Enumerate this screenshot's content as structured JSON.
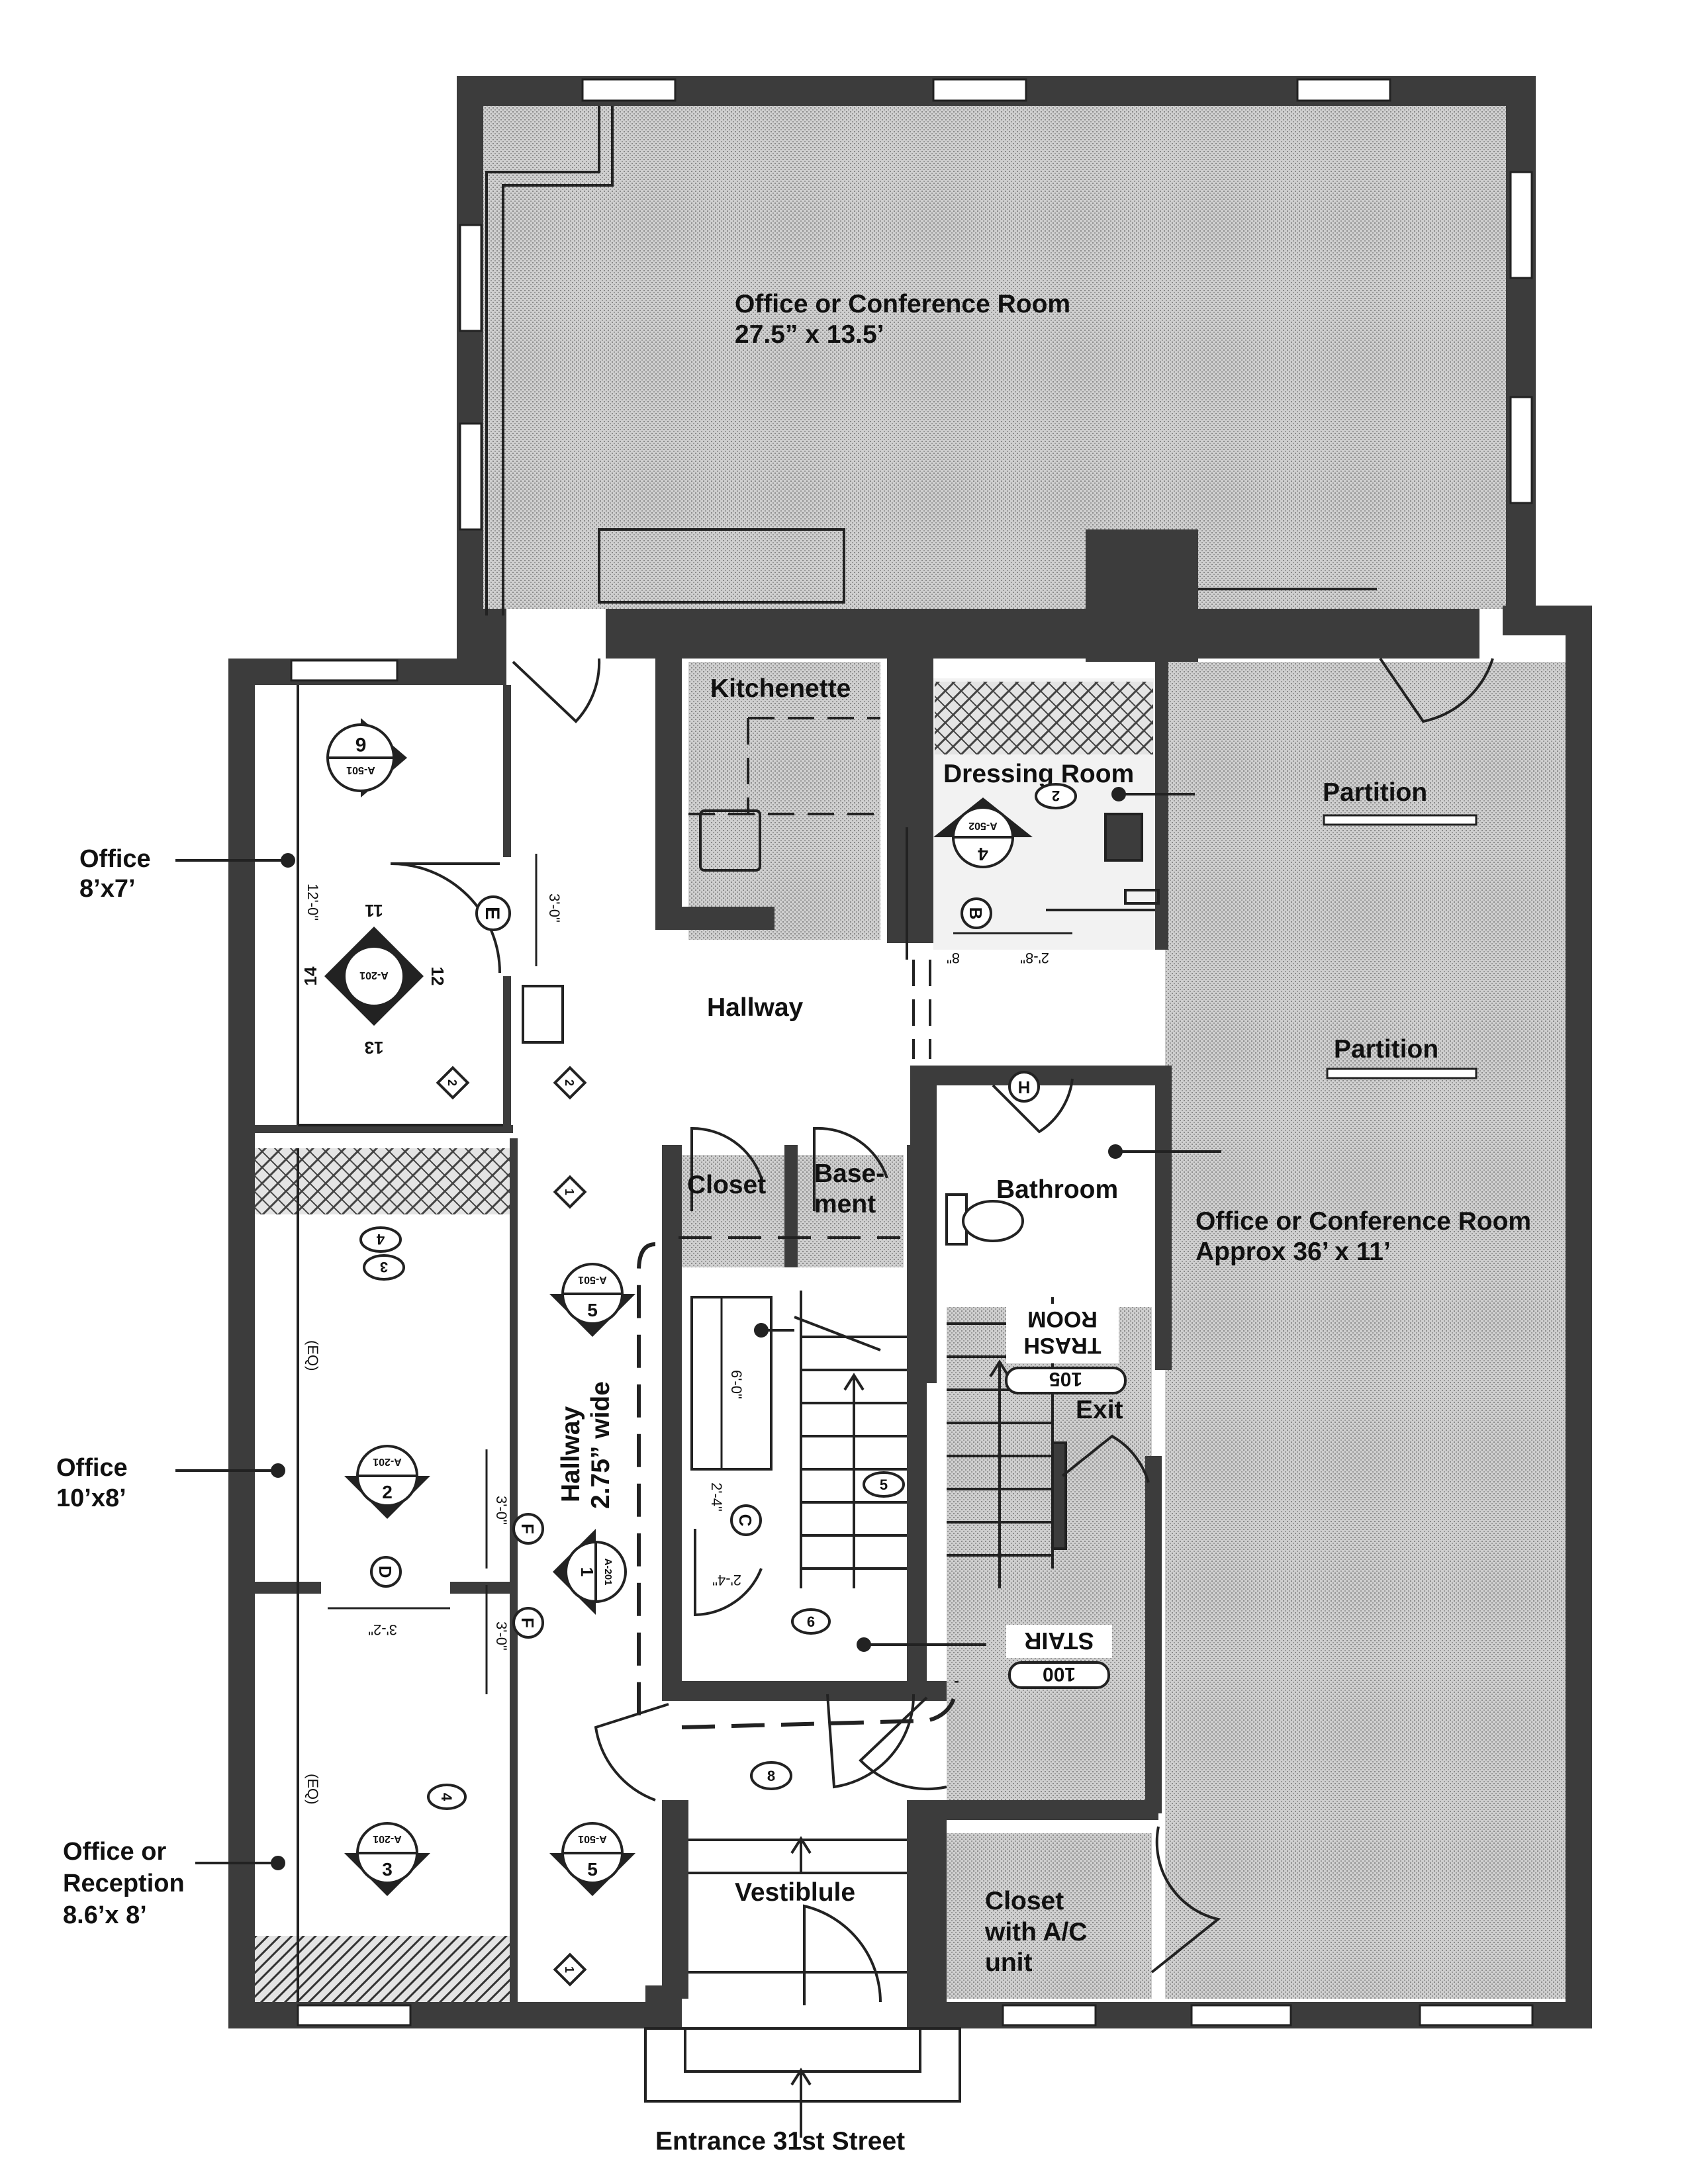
{
  "rooms": {
    "office_conf_top": {
      "title": "Office or Conference Room",
      "size": "27.5” x 13.5’"
    },
    "office_conf_right": {
      "title": "Office or Conference Room",
      "size": "Approx 36’ x 11’"
    },
    "kitchenette": "Kitchenette",
    "dressing_room": "Dressing Room",
    "partition_top": "Partition",
    "partition_bottom": "Partition",
    "hallway_upper": "Hallway",
    "hallway_west": {
      "line1": "Hallway",
      "line2": "2.75” wide"
    },
    "closet": "Closet",
    "basement": {
      "line1": "Base-",
      "line2": "ment"
    },
    "bathroom": "Bathroom",
    "exit": "Exit",
    "vestibule": "Vestiblule",
    "closet_ac": {
      "line1": "Closet",
      "line2": "with A/C",
      "line3": "unit"
    },
    "trash_room": {
      "line1": "TRASH",
      "line2": "ROOM"
    },
    "stair": "STAIR"
  },
  "callouts": {
    "office_top": {
      "line1": "Office",
      "line2": "8’x7’"
    },
    "office_mid": {
      "line1": "Office",
      "line2": "10’x8’"
    },
    "office_bottom": {
      "line1": "Office or",
      "line2": "Reception",
      "line3": "8.6’x 8’"
    }
  },
  "entrance": "Entrance 31st Street",
  "room_numbers": {
    "trash": "105",
    "stair": "100"
  },
  "door_tags": {
    "e": "E",
    "b": "B",
    "h": "H",
    "c": "C",
    "d": "D",
    "f1": "F",
    "f2": "F"
  },
  "section_markers": {
    "m6": {
      "num": "6",
      "sheet": "A-501"
    },
    "m14": {
      "n1": "11",
      "n2": "12",
      "n3": "13",
      "n4": "14",
      "sheet": "A-201"
    },
    "m4": {
      "num": "4",
      "sheet": "A-502"
    },
    "m5a": {
      "num": "5",
      "sheet": "A-501"
    },
    "m2": {
      "num": "2",
      "sheet": "A-201"
    },
    "m1": {
      "num": "1",
      "sheet": "A-201"
    },
    "m3": {
      "num": "3",
      "sheet": "A-201"
    },
    "m5b": {
      "num": "5",
      "sheet": "A-501"
    }
  },
  "detail_tags": {
    "d2": "2",
    "d3": "3",
    "d4a": "4",
    "d4b": "4",
    "d5": "5",
    "d6": "6",
    "d8": "8",
    "k1a": "1",
    "k1b": "1",
    "k2a": "2",
    "k2b": "2"
  },
  "dimensions": {
    "d12_0": "12'-0\"",
    "d3_0a": "3'-0\"",
    "eq1": "(EQ)",
    "eq2": "(EQ)",
    "d3_0b": "3'-0\"",
    "d3_0c": "3'-0\"",
    "d3_2": "3'-2\"",
    "d6_0": "6'-0\"",
    "d2_4a": "2'-4\"",
    "d2_4b": "2'-4\"",
    "d2_8": "2'-8\"",
    "d8": "8\""
  }
}
